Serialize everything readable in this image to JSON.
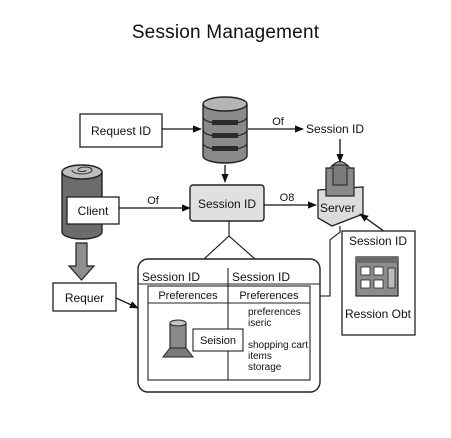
{
  "title": "Session Management",
  "nodes": {
    "request_id": "Request ID",
    "session_id_top": "Session ID",
    "client": "Client",
    "session_id_center": "Session ID",
    "server": "Server",
    "requer": "Requer",
    "session_id_right": "Session ID",
    "ression_obt": "Ression Obt"
  },
  "edges": {
    "of_top": "Of",
    "of_client": "Of",
    "o8": "O8"
  },
  "table": {
    "headers": [
      "Session ID",
      "Session ID"
    ],
    "subheaders": [
      "Preferences",
      "Preferences"
    ],
    "store_label": "Seision",
    "right_text_1": [
      "preferences",
      "iseric"
    ],
    "right_text_2": [
      "shopping cart",
      "items",
      "storage"
    ]
  },
  "colors": {
    "box_fill": "#ffffff",
    "shade_fill": "#e4e4e4",
    "dark_gray": "#6f6f6f",
    "line": "#111111"
  }
}
